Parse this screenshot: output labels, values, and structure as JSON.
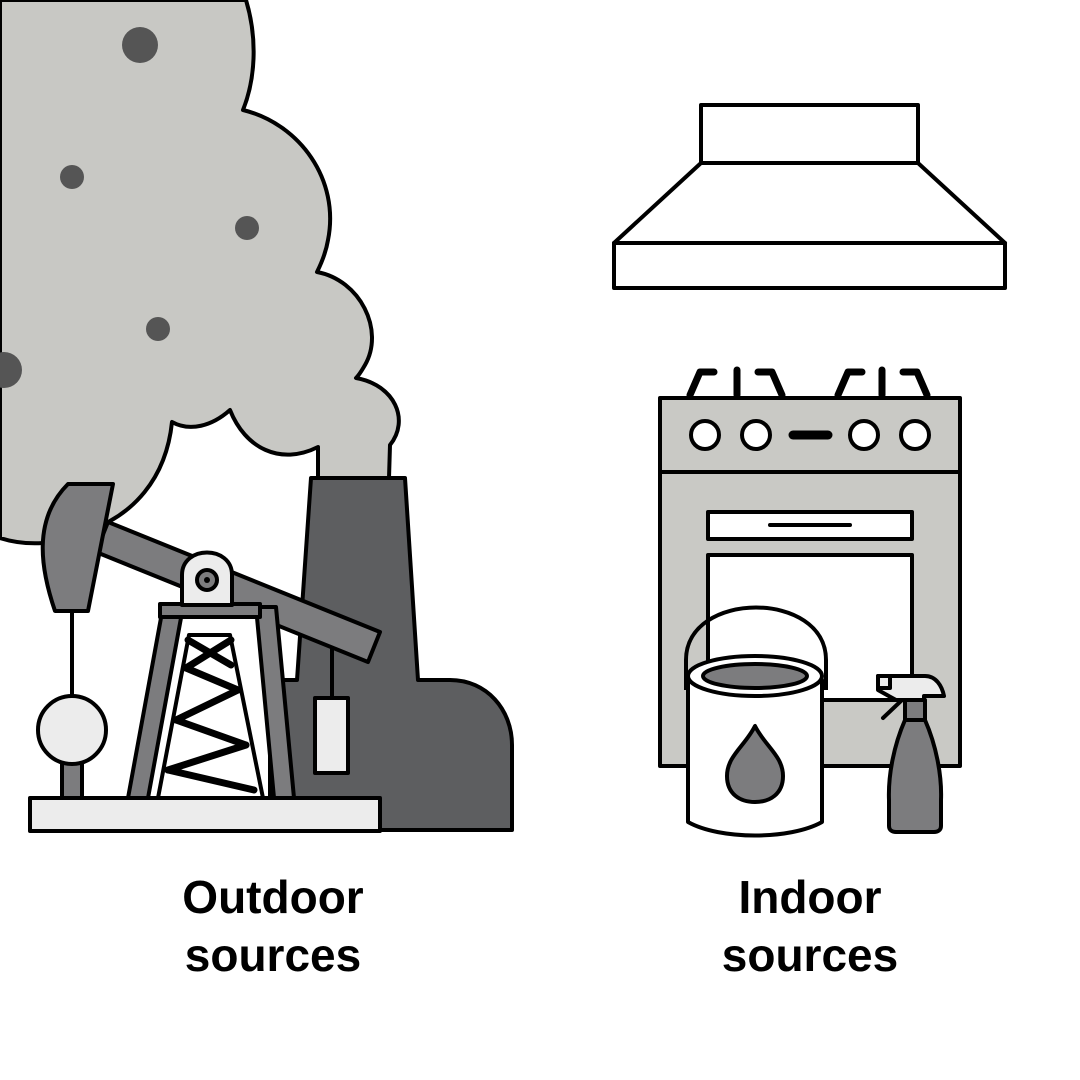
{
  "labels": {
    "outdoor": {
      "line1": "Outdoor",
      "line2": "sources"
    },
    "indoor": {
      "line1": "Indoor",
      "line2": "sources"
    }
  },
  "colors": {
    "outline": "#000000",
    "smoke": "#c8c8c4",
    "particle": "#555555",
    "chimney": "#5d5e60",
    "pump": "#7c7c7e",
    "light": "#ececec",
    "stove": "#c9c9c5",
    "background": "#ffffff"
  },
  "icons": {
    "smoke": "smoke-cloud-icon",
    "chimney": "factory-chimney-icon",
    "pumpjack": "oil-pumpjack-icon",
    "hood": "range-hood-icon",
    "stove": "stove-oven-icon",
    "paint": "paint-can-icon",
    "spray": "spray-bottle-icon"
  }
}
